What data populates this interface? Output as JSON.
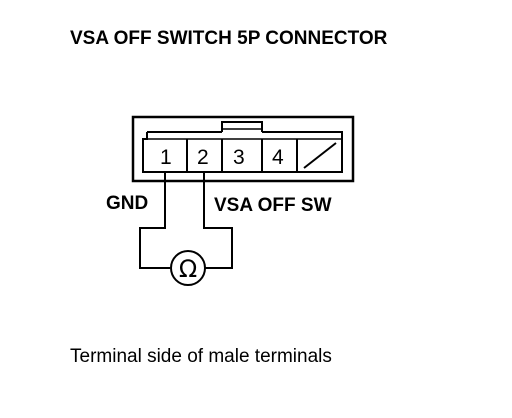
{
  "title": "VSA OFF SWITCH 5P CONNECTOR",
  "connector": {
    "pins": [
      "1",
      "2",
      "3",
      "4"
    ]
  },
  "labels": {
    "gnd": "GND",
    "vsa_off_sw": "VSA OFF SW"
  },
  "meter": {
    "symbol": "Ω"
  },
  "caption": "Terminal side of male terminals"
}
